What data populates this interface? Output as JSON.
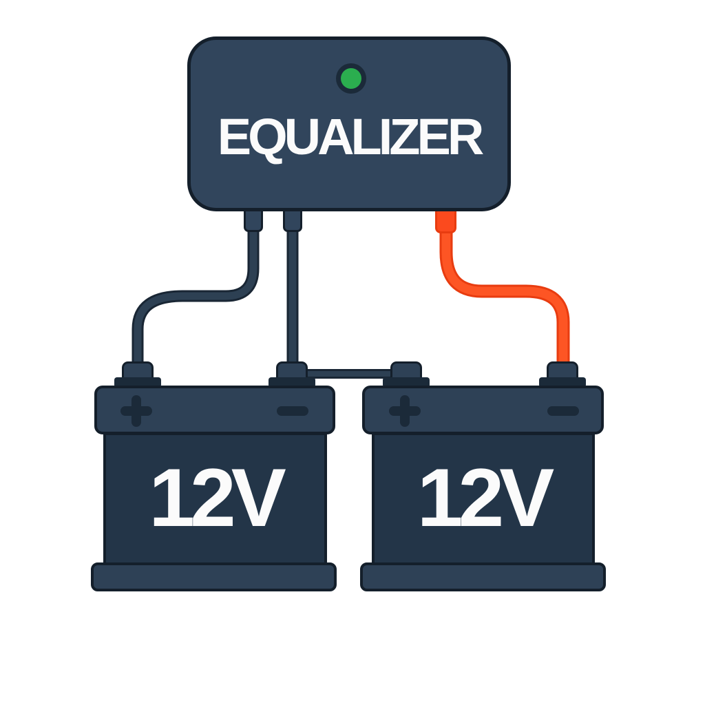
{
  "equalizer": {
    "label": "EQUALIZER",
    "led": {
      "name": "status-led",
      "state_color": "#2bae4f"
    }
  },
  "batteries": [
    {
      "label": "12V",
      "positive_symbol": "+",
      "negative_symbol": "−"
    },
    {
      "label": "12V",
      "positive_symbol": "+",
      "negative_symbol": "−"
    }
  ],
  "wires": [
    {
      "name": "equalizer-to-battery1-positive",
      "color": "#2d4053"
    },
    {
      "name": "equalizer-to-battery1-negative",
      "color": "#2d4053"
    },
    {
      "name": "series-link-battery1-neg-to-battery2-pos",
      "color": "#2d4053"
    },
    {
      "name": "equalizer-to-battery2-negative",
      "color": "#fb4a1e"
    }
  ],
  "colors": {
    "background": "#ffffff",
    "navy": "#31455c",
    "navy_light": "#2e4156",
    "navy_dark": "#233548",
    "outline": "#141f2b",
    "symbol": "#1b2a39",
    "wire_core": "#2d4053",
    "wire_outline": "#192634",
    "orange": "#fb4a1e",
    "orange_core": "#fd5524",
    "orange_outline": "#e83c10",
    "green": "#2bae4f",
    "text": "#fbfbfb"
  }
}
